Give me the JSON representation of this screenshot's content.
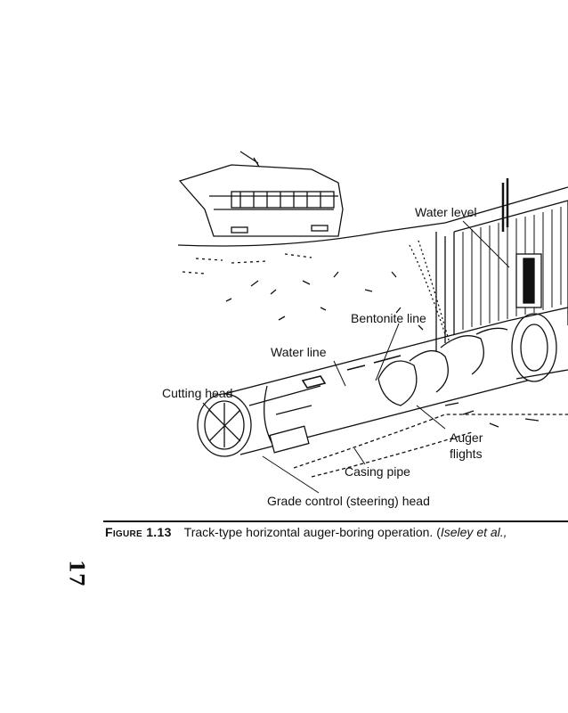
{
  "figure": {
    "labels": {
      "water_level": "Water level",
      "bentonite_line": "Bentonite line",
      "water_line": "Water line",
      "cutting_head": "Cutting head",
      "auger_flights_1": "Auger",
      "auger_flights_2": "flights",
      "casing_pipe": "Casing pipe",
      "grade_control_head": "Grade control (steering) head"
    },
    "caption": {
      "label": "Figure 1.13",
      "text": "Track-type horizontal auger-boring operation. (",
      "citation": "Iseley et al., "
    }
  },
  "page_number": "17"
}
